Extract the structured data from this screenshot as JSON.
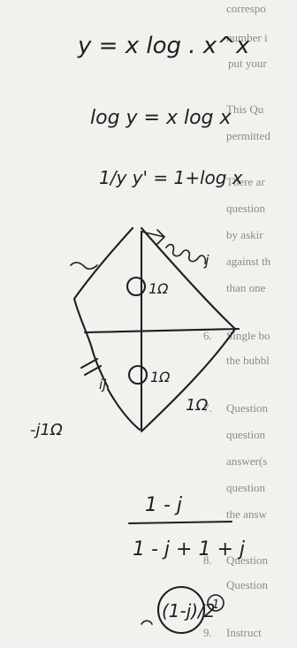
{
  "printed_text": {
    "lines": [
      "correspo",
      "number i",
      "put your",
      "This Qu",
      "permitted",
      "There ar",
      "question",
      "by askir",
      "against th",
      "than one",
      "Single bo",
      "the bubbl",
      "Question",
      "question",
      "answer(s",
      "question",
      "the answ",
      "Question",
      "Question",
      "Instruct"
    ],
    "numbers": [
      "6.",
      "7.",
      "8.",
      "9."
    ]
  },
  "handwriting": {
    "eq1": "y = x log . x^x",
    "eq2": "log y = x log x",
    "eq3": "1/y y' = 1+log x",
    "resistor_top": "1Ω",
    "resistor_bottom": "1Ω",
    "label_j": "j",
    "label_ij": "ij",
    "label_jn": "-j1Ω",
    "label_1n": "1Ω",
    "fraction_numerator": "1 - j",
    "fraction_denominator": "1 - j + 1 + j",
    "result": "(1-j)/2",
    "circled": "1"
  },
  "colors": {
    "paper": "#f3f1ed",
    "print": "#8a8a88",
    "ink": "#1e1e24"
  }
}
